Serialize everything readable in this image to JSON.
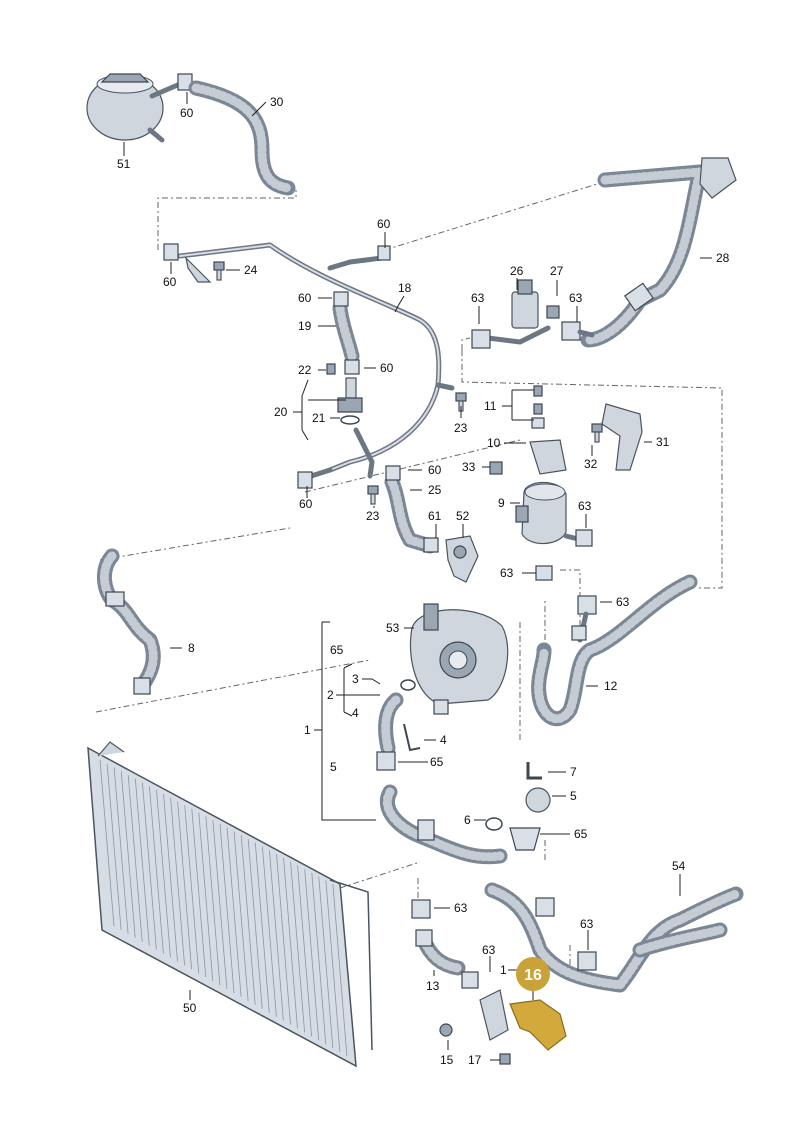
{
  "callouts": {
    "n30": "30",
    "n60a": "60",
    "n51": "51",
    "n28": "28",
    "n60b": "60",
    "n24": "24",
    "n60c": "60",
    "n18": "18",
    "n60d": "60",
    "n19": "19",
    "n26": "26",
    "n27": "27",
    "n63a": "63",
    "n63b": "63",
    "n22": "22",
    "n60e": "60",
    "n20": "20",
    "n21": "21",
    "n11": "11",
    "n23a": "23",
    "n31": "31",
    "n10": "10",
    "n32": "32",
    "n33": "33",
    "n60f": "60",
    "n25": "25",
    "n60g": "60",
    "n23b": "23",
    "n9": "9",
    "n61": "61",
    "n52": "52",
    "n63c": "63",
    "n63d": "63",
    "n63e": "63",
    "n8": "8",
    "n53": "53",
    "n65a": "65",
    "n3": "3",
    "n2": "2",
    "n4a": "4",
    "n12": "12",
    "n1a": "1",
    "n4b": "4",
    "n5a": "5",
    "n65b": "65",
    "n7": "7",
    "n5b": "5",
    "n6": "6",
    "n65c": "65",
    "n54": "54",
    "n63f": "63",
    "n63g": "63",
    "n50": "50",
    "n63h": "63",
    "n13": "13",
    "n1b": "1",
    "n15": "15",
    "n17": "17"
  },
  "highlight": {
    "label": "16",
    "color": "#c9a23a"
  },
  "colors": {
    "hose": "#7b8794",
    "part": "#cfd6de",
    "highlight_part": "#d4a93c"
  }
}
